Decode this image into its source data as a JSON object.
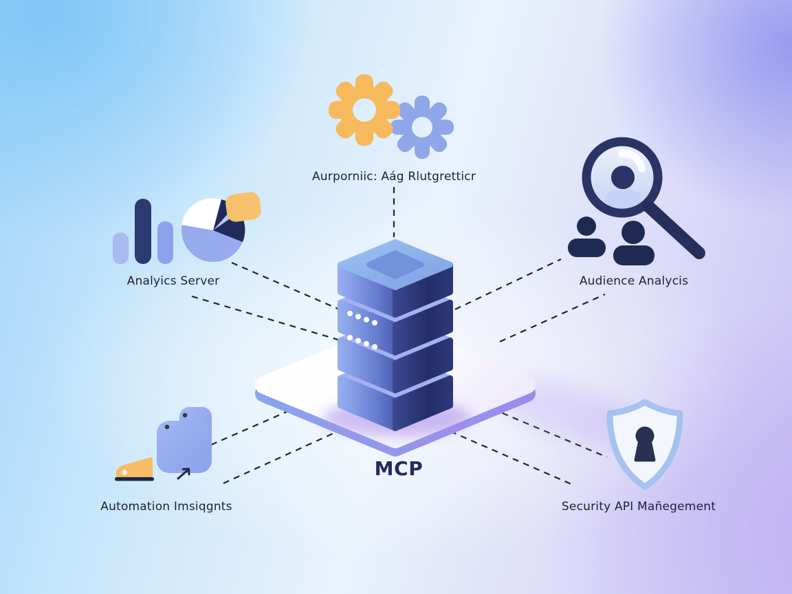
{
  "diagram": {
    "title_context": "MCP hub-and-spoke illustration",
    "center": {
      "label": "MCP",
      "icon": "server-stack-icon",
      "base": "isometric-platform"
    },
    "nodes": [
      {
        "id": "top",
        "label": "Aurporniic: Aág Rlutgretticr",
        "icon": "gears-icon"
      },
      {
        "id": "left",
        "label": "Analyics Server",
        "icon": "bar-pie-chart-icon"
      },
      {
        "id": "right",
        "label": "Audience Analycis",
        "icon": "magnifier-people-icon"
      },
      {
        "id": "bottom-left",
        "label": "Automation Imsiqgnts",
        "icon": "automation-blocks-icon"
      },
      {
        "id": "bottom-right",
        "label": "Security API Mañegement",
        "icon": "shield-keyhole-icon"
      }
    ],
    "connectors": "dashed-lines",
    "colors": {
      "sky_blue": "#8ECDF8",
      "periwinkle": "#8FA7E9",
      "navy": "#232B5C",
      "label_text": "#1B2137",
      "orange": "#F6B95C",
      "lavender": "#C9C2F2",
      "shield_blue": "#A6C2EF",
      "glow_purple": "#A78BEA",
      "dash_line": "#20242F",
      "led_white": "#FFFFFF"
    }
  }
}
